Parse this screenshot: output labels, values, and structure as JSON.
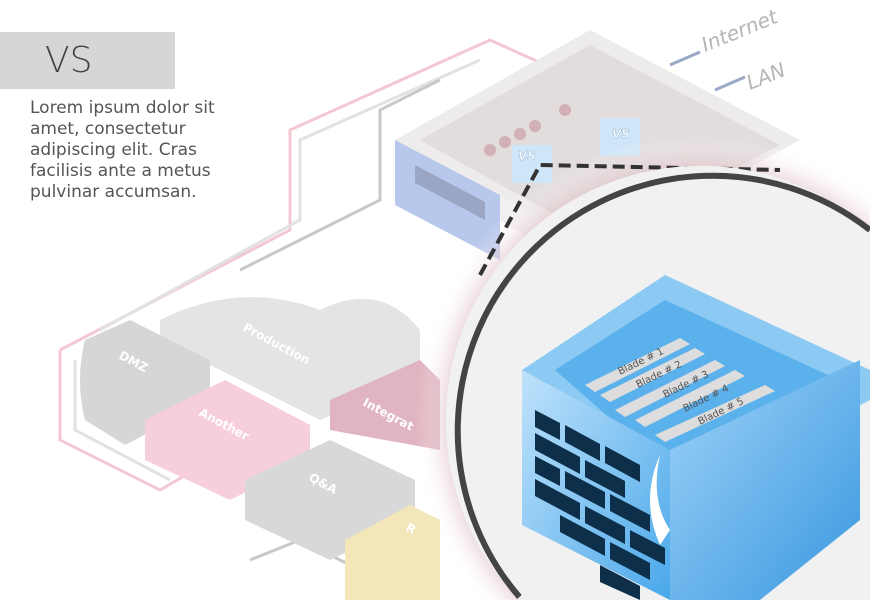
{
  "title": "VS",
  "body": "Lorem ipsum dolor sit amet, consectetur adipiscing elit. Cras facilisis ante a metus pulvinar accumsan.",
  "network_labels": {
    "internet": "Internet",
    "lan": "LAN"
  },
  "zones": {
    "dmz": "DMZ",
    "production": "Production",
    "another": "Another",
    "integration": "Integrat",
    "qa": "Q&A",
    "r": "R"
  },
  "vs_badges": [
    "VS",
    "VS"
  ],
  "blades": [
    "Blade # 1",
    "Blade # 2",
    "Blade # 3",
    "Blade # 4",
    "Blade # 5"
  ],
  "colors": {
    "pink": "#f4c6d2",
    "gray": "#d4d4d4",
    "blue": "#5ab4ee",
    "brick": "#0d2f4a",
    "ring": "#444444"
  }
}
